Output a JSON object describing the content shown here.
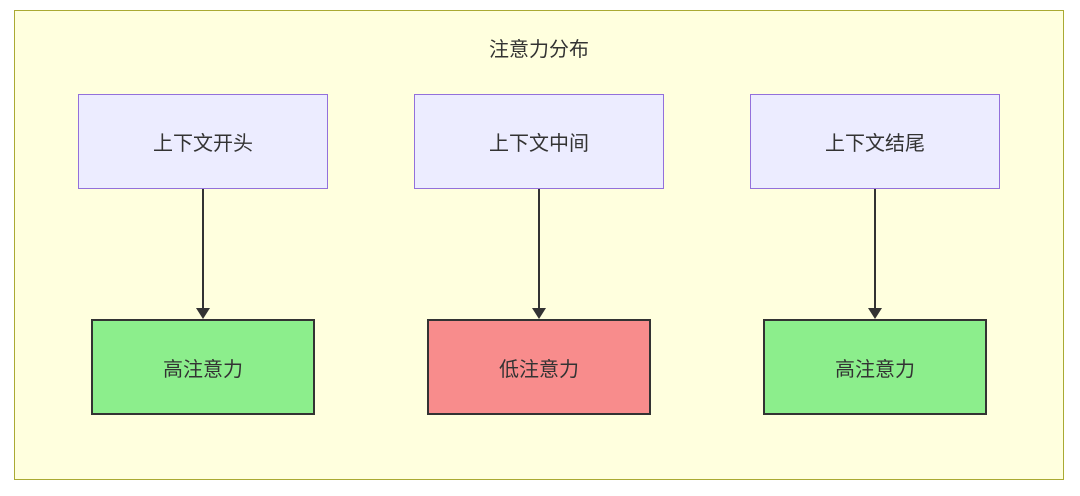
{
  "diagram": {
    "title": "注意力分布",
    "colors": {
      "background": "#ffffde",
      "border": "#aaaa33",
      "top_fill": "#ECECFF",
      "top_border": "#9370DB",
      "high_fill": "#8CEE8C",
      "low_fill": "#F88C8C",
      "bottom_border": "#333333"
    },
    "columns": [
      {
        "source": "上下文开头",
        "target": "高注意力",
        "level": "high"
      },
      {
        "source": "上下文中间",
        "target": "低注意力",
        "level": "low"
      },
      {
        "source": "上下文结尾",
        "target": "高注意力",
        "level": "high"
      }
    ]
  }
}
